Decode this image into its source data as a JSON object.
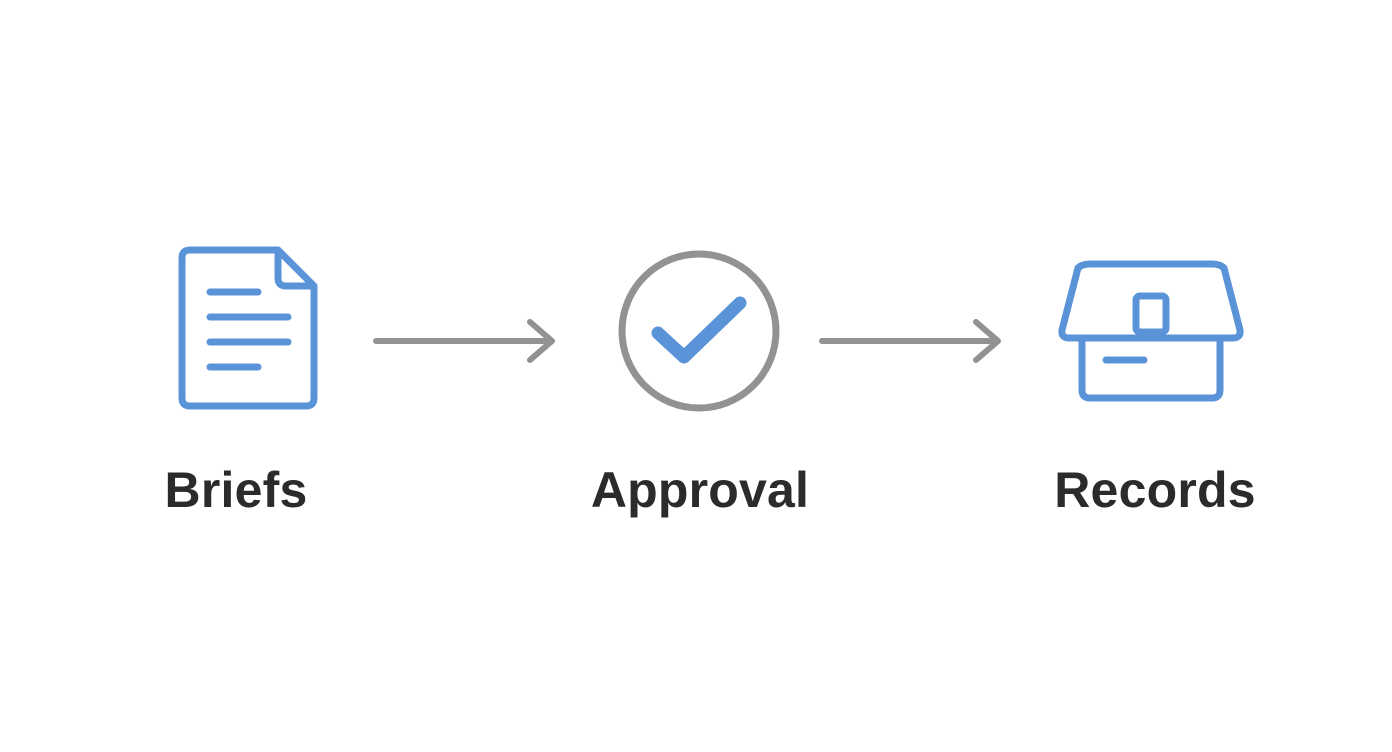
{
  "flow": {
    "steps": [
      {
        "label": "Briefs",
        "icon": "document-icon"
      },
      {
        "label": "Approval",
        "icon": "checkmark-circle-icon"
      },
      {
        "label": "Records",
        "icon": "archive-box-icon"
      }
    ],
    "connectors": [
      "arrow-right-icon",
      "arrow-right-icon"
    ]
  },
  "colors": {
    "accent_blue": "#5b93d8",
    "gray": "#929292",
    "label_text": "#2b2b2b",
    "background": "#ffffff"
  }
}
